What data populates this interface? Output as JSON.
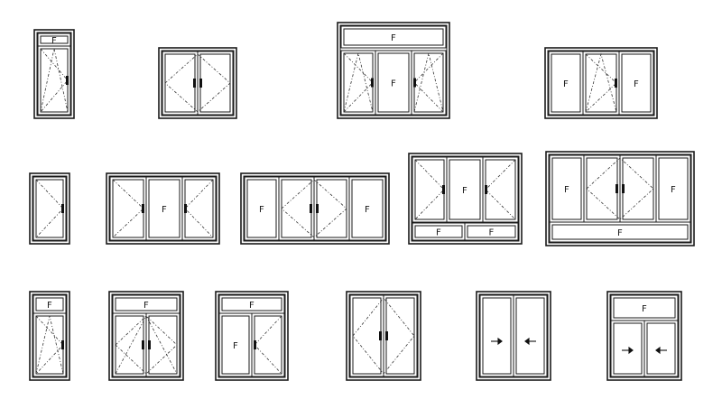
{
  "labels": {
    "fixed": "F"
  },
  "windows": [
    {
      "id": "w1",
      "label": "top fanlight + casement"
    },
    {
      "id": "w2",
      "label": "double casement"
    },
    {
      "id": "w3",
      "label": "three-panel with top fixed"
    },
    {
      "id": "w4",
      "label": "three-panel fixed-casement-fixed"
    },
    {
      "id": "w5",
      "label": "single casement"
    },
    {
      "id": "w6",
      "label": "three-panel casement-fixed-casement"
    },
    {
      "id": "w7",
      "label": "four-panel"
    },
    {
      "id": "w8",
      "label": "three-panel with two bottom fixed"
    },
    {
      "id": "w9",
      "label": "four-panel with bottom fixed"
    },
    {
      "id": "w10",
      "label": "single casement with top fixed"
    },
    {
      "id": "w11",
      "label": "double casement with top fixed"
    },
    {
      "id": "w12",
      "label": "fixed + casement with top fixed"
    },
    {
      "id": "w13",
      "label": "double casement tall"
    },
    {
      "id": "w14",
      "label": "sliding double"
    },
    {
      "id": "w15",
      "label": "sliding double with top fixed"
    }
  ]
}
